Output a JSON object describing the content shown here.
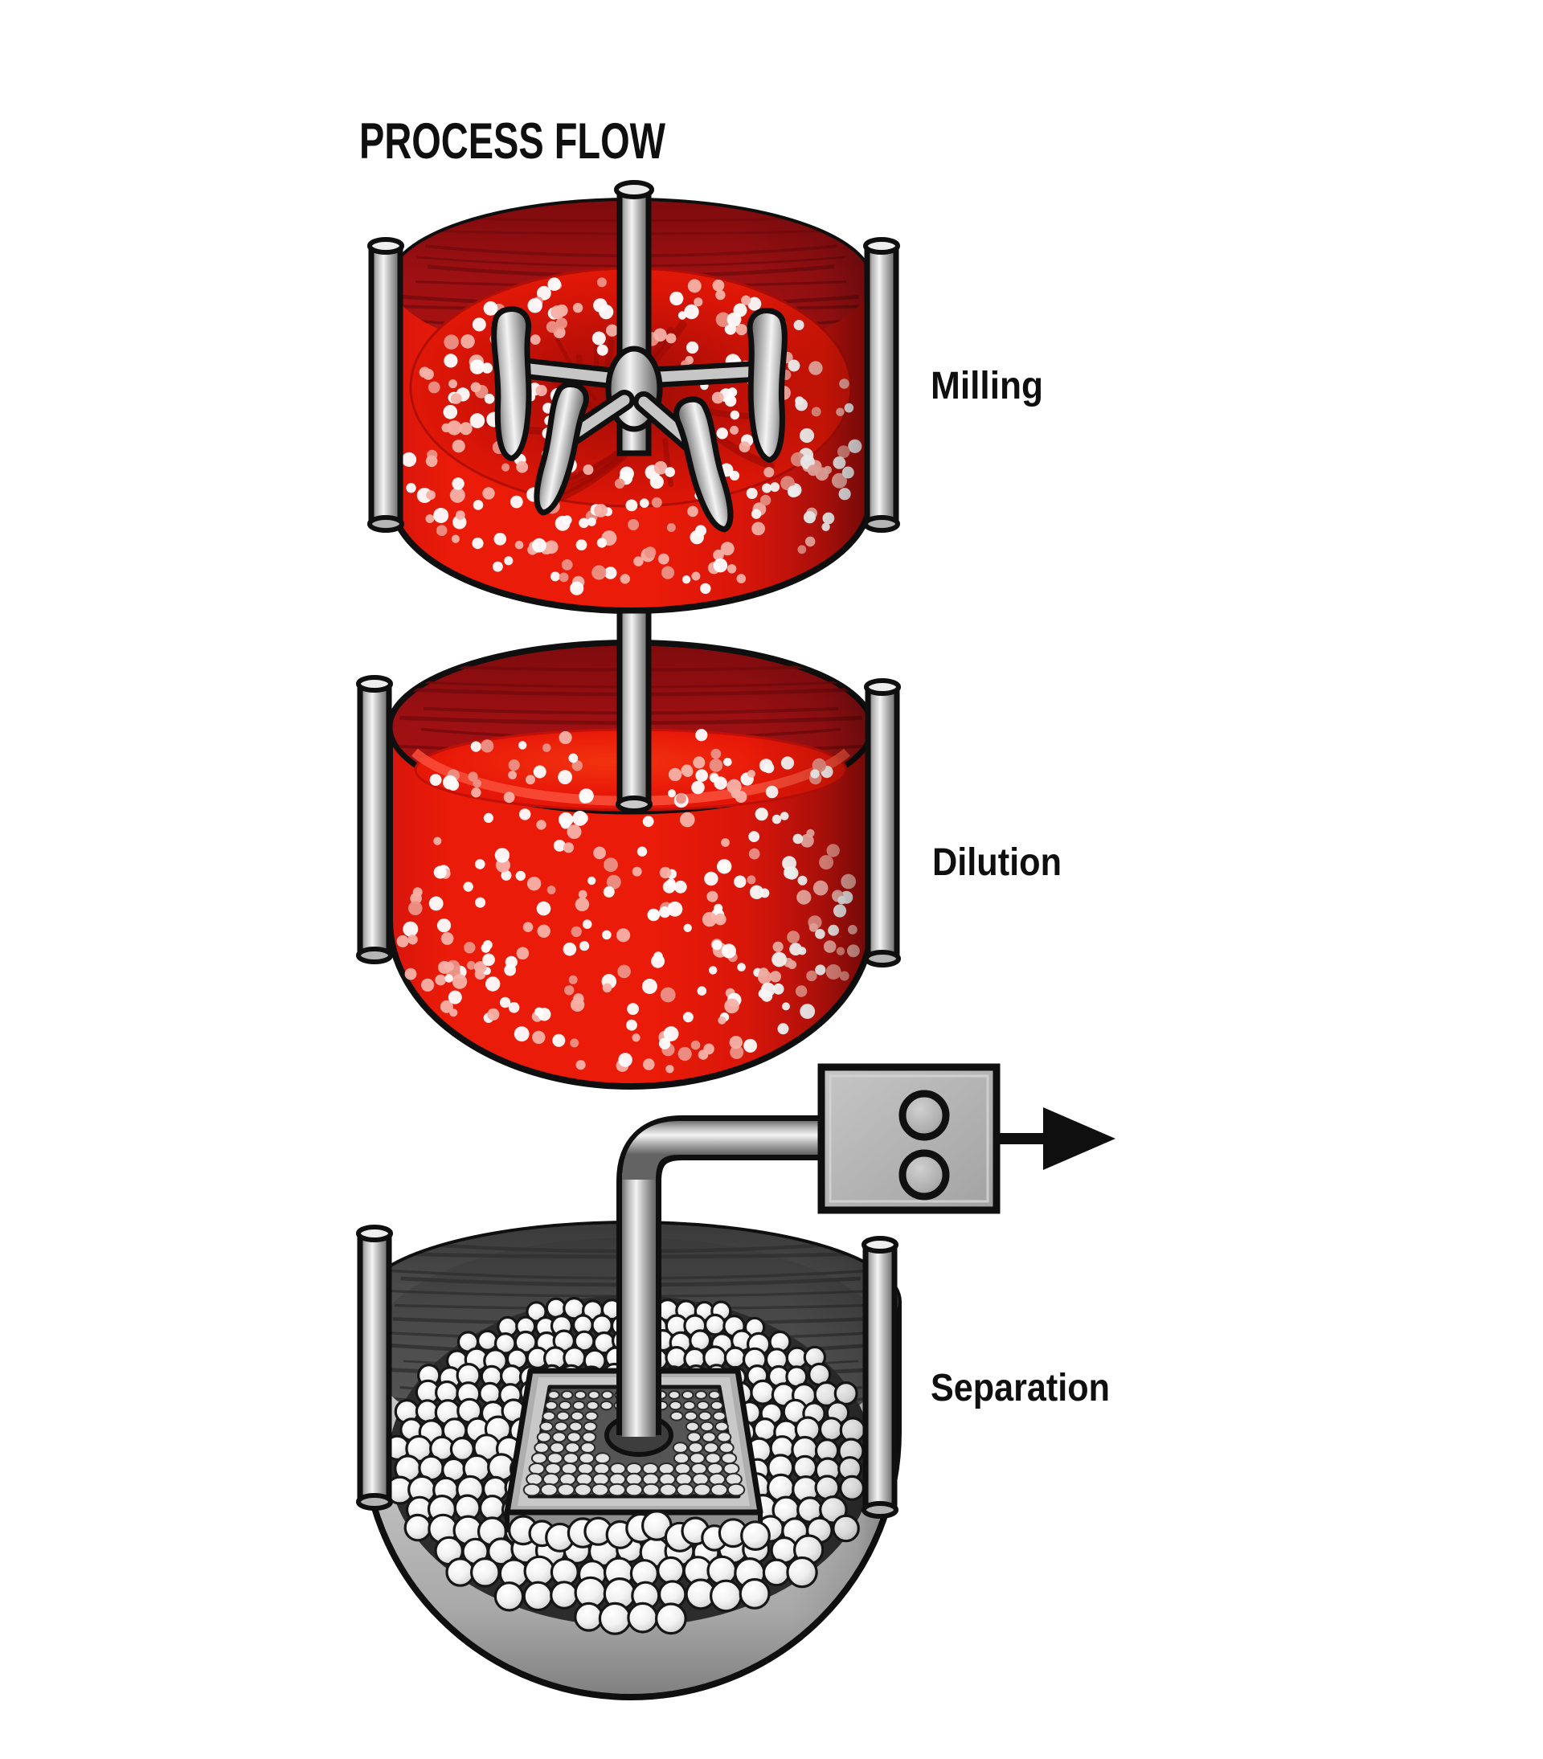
{
  "title": "PROCESS FLOW",
  "stages": [
    {
      "name": "milling",
      "label": "Milling"
    },
    {
      "name": "dilution",
      "label": "Dilution"
    },
    {
      "name": "separation",
      "label": "Separation"
    }
  ],
  "flow": {
    "outlet_arrow_icon": "right-arrow"
  },
  "colors": {
    "background": "#ffffff",
    "outline": "#0f0f0f",
    "label_text": "#0f0f0f",
    "slurry_red": "#e81808",
    "slurry_red_deep": "#b50f08",
    "rim_dark_red": "#9a1013",
    "rim_streak_red": "#740a0c",
    "dot_white": "#ffffff",
    "dot_pink": "#f5b1a8",
    "dot_pink_deep": "#ec9186",
    "metal_light": "#f4f4f4",
    "metal_mid": "#b9b9b9",
    "metal_dark": "#636363",
    "bowl_interior_gray": "#4a4a4a",
    "bowl_streak_gray": "#2f2f2f",
    "bowl_body_gray": "#b9b9b9",
    "bead_white": "#f1f1f1",
    "screen_panel_gray": "#555555",
    "screen_hole_gray": "#e3e3e3",
    "arrow_black": "#0f0f0f"
  }
}
